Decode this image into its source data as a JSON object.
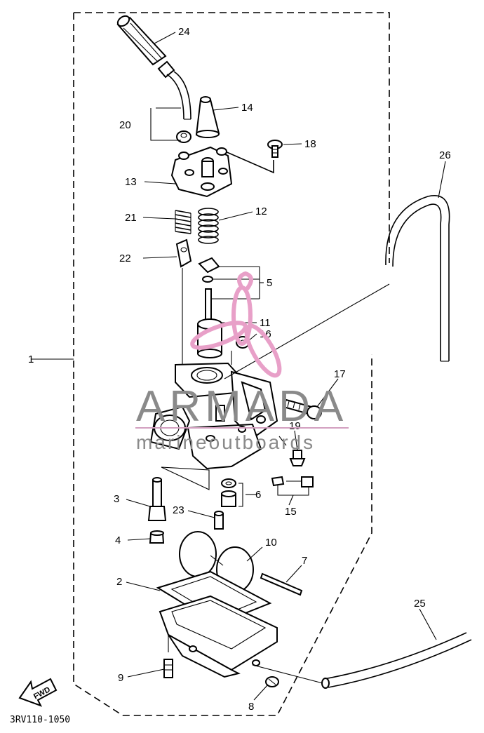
{
  "diagram_code": "3RV110-1050",
  "fwd_label": "FWD",
  "watermark": {
    "brand": "ARMADA",
    "tagline": "marineoutboards",
    "colors": {
      "logo": "#e8a0c8",
      "text": "#8a8a8a",
      "line": "#d2a0c0"
    }
  },
  "callouts": {
    "c1": "1",
    "c2": "2",
    "c3": "3",
    "c4": "4",
    "c5": "5",
    "c6": "6",
    "c7": "7",
    "c8": "8",
    "c9": "9",
    "c10": "10",
    "c11": "11",
    "c12": "12",
    "c13": "13",
    "c14": "14",
    "c15": "15",
    "c16": "16",
    "c17": "17",
    "c18": "18",
    "c19": "19",
    "c20": "20",
    "c21": "21",
    "c22": "22",
    "c23": "23",
    "c24": "24",
    "c25": "25",
    "c26": "26"
  }
}
